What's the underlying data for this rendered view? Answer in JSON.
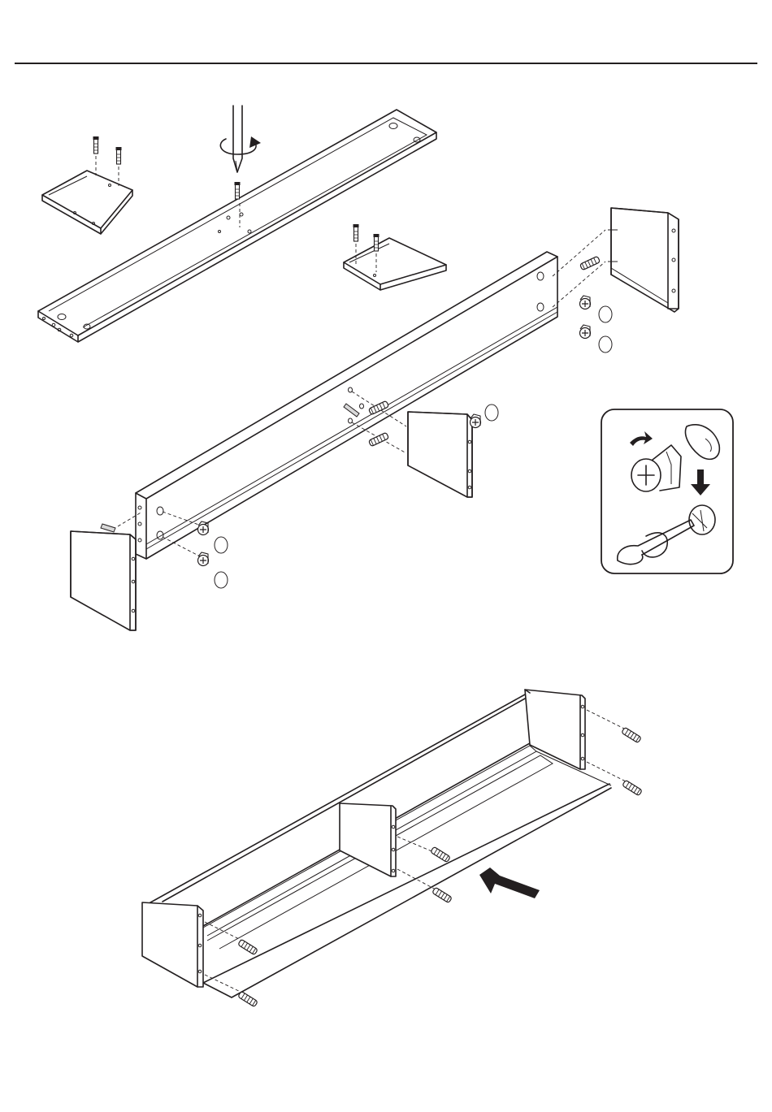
{
  "document": {
    "kind": "furniture assembly instruction sheet",
    "text_labels": [],
    "colors": {
      "ink": "#231f20",
      "paper": "#ffffff",
      "part_shade": "#d9d9d9"
    },
    "step_a_components": {
      "long_panel_with_fixed_ends": 1,
      "small_brackets": 2,
      "side_panels": 3,
      "cam_locks": 6,
      "dowels": 5,
      "cam_bolts": 6
    },
    "inset_detail": {
      "icons": [
        "curved-arrow-icon",
        "down-arrow-icon",
        "cam-lock-icon",
        "screwdriver-icon"
      ]
    },
    "step_b_components": {
      "back_panel": 1,
      "dowels": 6,
      "push_direction_icon": "push-arrow-icon"
    }
  }
}
